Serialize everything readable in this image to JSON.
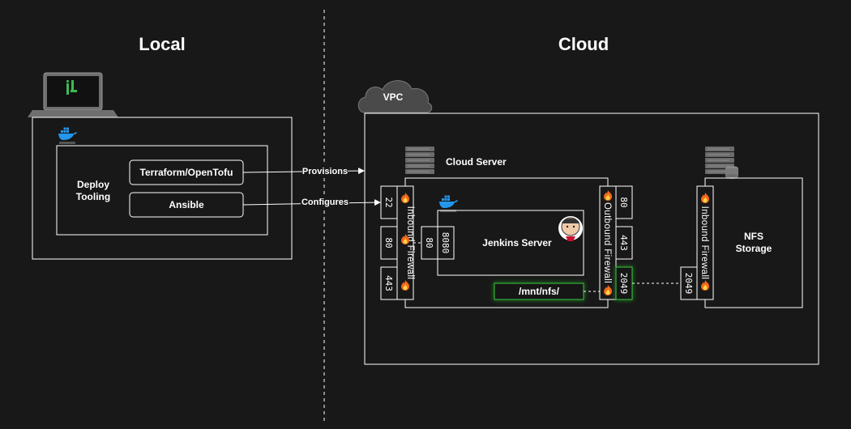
{
  "sections": {
    "local_title": "Local",
    "cloud_title": "Cloud"
  },
  "local": {
    "deploy_tooling_line1": "Deploy",
    "deploy_tooling_line2": "Tooling",
    "terraform": "Terraform/OpenTofu",
    "ansible": "Ansible"
  },
  "arrows": {
    "provisions": "Provisions",
    "configures": "Configures"
  },
  "cloud": {
    "vpc": "VPC",
    "cloud_server": "Cloud Server",
    "jenkins_server": "Jenkins Server",
    "mount": "/mnt/nfs/",
    "nfs_line1": "NFS",
    "nfs_line2": "Storage"
  },
  "firewalls": {
    "inbound": "Inbound Firewall",
    "outbound": "Outbound Firewall",
    "nfs_inbound": "Inbound Firewall"
  },
  "ports": {
    "cs_22": "22",
    "cs_80": "80",
    "cs_443": "443",
    "cs_fw_80": "80",
    "jenkins_8080": "8080",
    "out_80": "80",
    "out_443": "443",
    "out_2049": "2049",
    "nfs_2049": "2049"
  },
  "icons": {
    "laptop": "laptop-icon",
    "jenkins_x": "jenkins-x-logo-icon",
    "docker_local": "docker-icon",
    "docker_jenkins": "docker-icon",
    "cloud": "cloud-icon",
    "server_rack": "server-rack-icon",
    "storage_server": "storage-server-icon",
    "jenkins": "jenkins-butler-icon",
    "firewall": "fire-icon"
  },
  "colors": {
    "background": "#181818",
    "line": "#ffffff",
    "highlight": "#39c93b",
    "fire": "#f26a1b",
    "docker": "#2496ed",
    "jenkins_x": "#3cba54"
  }
}
